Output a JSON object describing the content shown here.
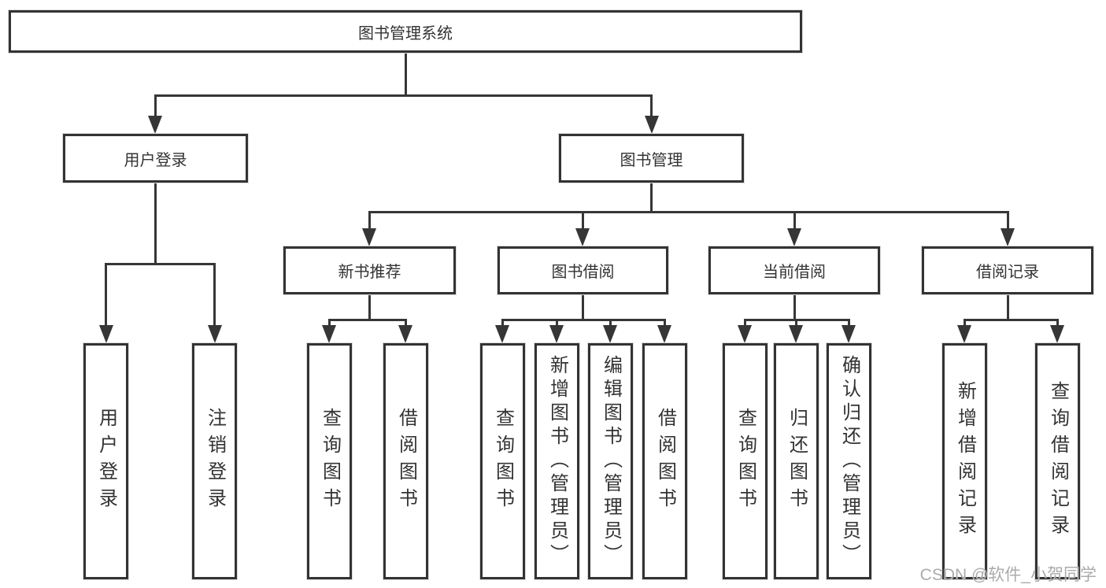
{
  "tree": {
    "root": {
      "label": "图书管理系统"
    },
    "branches": [
      {
        "label": "用户登录",
        "children": [
          {
            "label": "用户登录"
          },
          {
            "label": "注销登录"
          }
        ]
      },
      {
        "label": "图书管理",
        "children": [
          {
            "label": "新书推荐",
            "children": [
              {
                "label": "查询图书"
              },
              {
                "label": "借阅图书"
              }
            ]
          },
          {
            "label": "图书借阅",
            "children": [
              {
                "label": "查询图书"
              },
              {
                "label": "新增图书（管理员）"
              },
              {
                "label": "编辑图书（管理员）"
              },
              {
                "label": "借阅图书"
              }
            ]
          },
          {
            "label": "当前借阅",
            "children": [
              {
                "label": "查询图书"
              },
              {
                "label": "归还图书"
              },
              {
                "label": "确认归还（管理员）"
              }
            ]
          },
          {
            "label": "借阅记录",
            "children": [
              {
                "label": "新增借阅记录"
              },
              {
                "label": "查询借阅记录"
              }
            ]
          }
        ]
      }
    ]
  },
  "watermark": {
    "text": "CSDN @软件_小贺同学"
  },
  "colors": {
    "line": "#363636",
    "box_border": "#333333",
    "text": "#333333",
    "watermark": "#ababab",
    "background": "#ffffff"
  }
}
